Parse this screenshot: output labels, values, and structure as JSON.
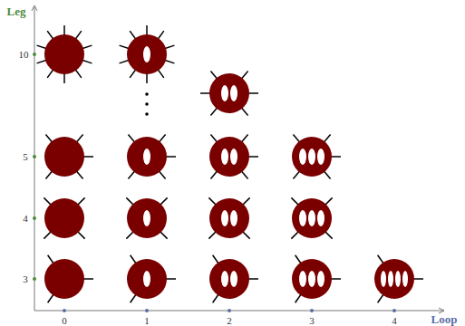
{
  "diagram": {
    "labels": [
      "Leg",
      "Loop",
      "0",
      "1",
      "2",
      "3",
      "4",
      "3",
      "4",
      "5",
      "10"
    ]
  }
}
